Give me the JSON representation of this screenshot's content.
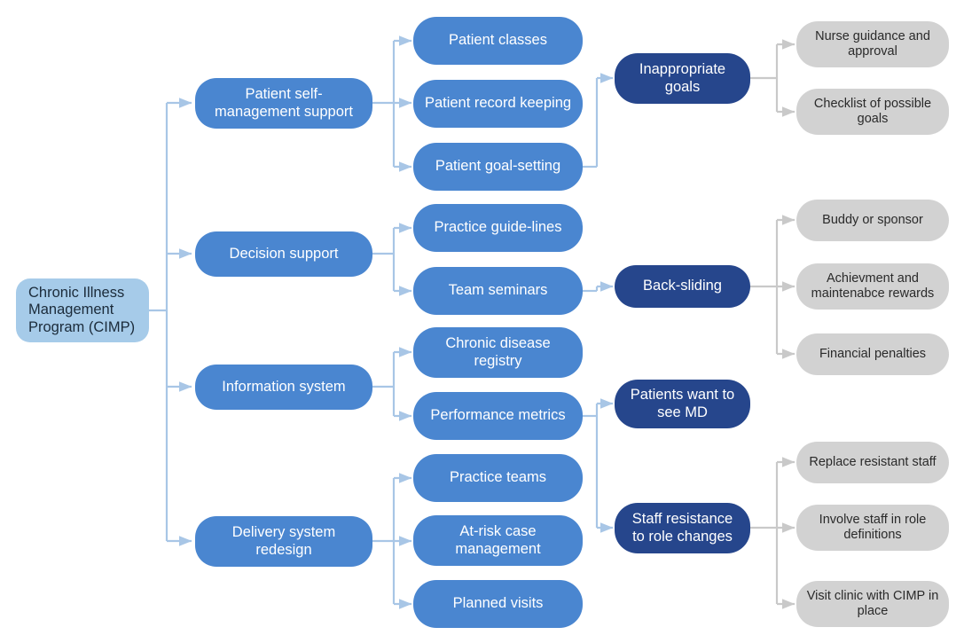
{
  "diagram": {
    "title": "Chronic Illness Management Program (CIMP) tree diagram",
    "colors": {
      "root_fill": "#a6cbe9",
      "branch_fill": "#4a86d0",
      "leaf_fill": "#4a86d0",
      "issue_fill": "#26468c",
      "fix_fill": "#d2d2d2",
      "blue_connector": "#a8c6e6",
      "gray_connector": "#c9c9c9",
      "background": "#ffffff"
    },
    "root": {
      "label": "Chronic Illness\nManagement\nProgram (CIMP)"
    },
    "branches": [
      {
        "label": "Patient self-\nmanagement support"
      },
      {
        "label": "Decision support"
      },
      {
        "label": "Information system"
      },
      {
        "label": "Delivery system\nredesign"
      }
    ],
    "leaves": [
      {
        "label": "Patient classes"
      },
      {
        "label": "Patient record keeping"
      },
      {
        "label": "Patient goal-setting"
      },
      {
        "label": "Practice guide-lines"
      },
      {
        "label": "Team seminars"
      },
      {
        "label": "Chronic disease\nregistry"
      },
      {
        "label": "Performance metrics"
      },
      {
        "label": "Practice teams"
      },
      {
        "label": "At-risk case\nmanagement"
      },
      {
        "label": "Planned visits"
      }
    ],
    "issues": [
      {
        "label": "Inappropriate\ngoals"
      },
      {
        "label": "Back-sliding"
      },
      {
        "label": "Patients want to\nsee MD"
      },
      {
        "label": "Staff resistance\nto role changes"
      }
    ],
    "fixes": [
      {
        "label": "Nurse guidance and\napproval"
      },
      {
        "label": "Checklist of possible\ngoals"
      },
      {
        "label": "Buddy or sponsor"
      },
      {
        "label": "Achievment and\nmaintenabce rewards"
      },
      {
        "label": "Financial penalties"
      },
      {
        "label": "Replace resistant staff"
      },
      {
        "label": "Involve staff in role\ndefinitions"
      },
      {
        "label": "Visit clinic with CIMP in\nplace"
      }
    ]
  }
}
